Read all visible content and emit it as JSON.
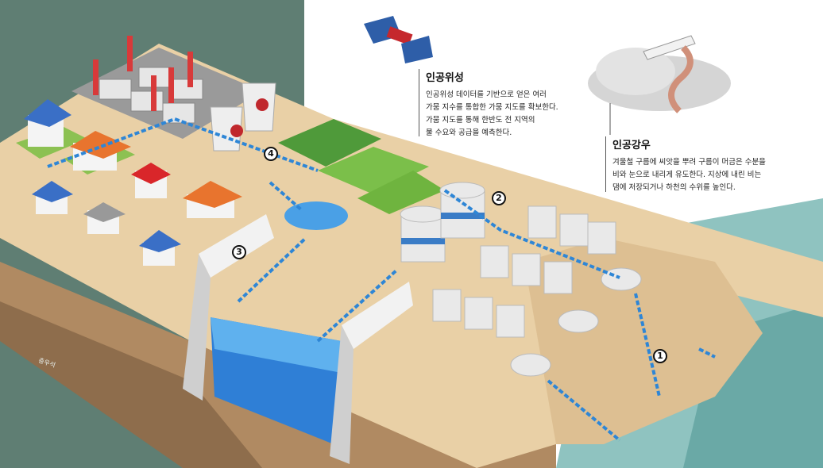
{
  "colors": {
    "left_panel": "#5f7e73",
    "land_top": "#e9d0a6",
    "land_side": "#b08a62",
    "water": "#2f7fd6",
    "sea": "#8fc3c0",
    "pipe": "#2e86d6"
  },
  "callouts": [
    {
      "title": "인공위성",
      "body": "인공위성 데이터를 기반으로 얻은 여러\n가뭄 지수를 통합한 가뭄 지도를 확보한다.\n가뭄 지도를 통해 한반도 전 지역의\n물 수요와 공급을 예측한다."
    },
    {
      "title": "인공강우",
      "body": "겨울철 구름에 씨앗을 뿌려 구름이 머금은 수분을\n비와 눈으로 내리게 유도한다. 지상에 내린 비는\n댐에 저장되거나 하천의 수위를 높인다."
    }
  ],
  "markers": [
    "1",
    "2",
    "3",
    "4"
  ],
  "signature": "충우석"
}
